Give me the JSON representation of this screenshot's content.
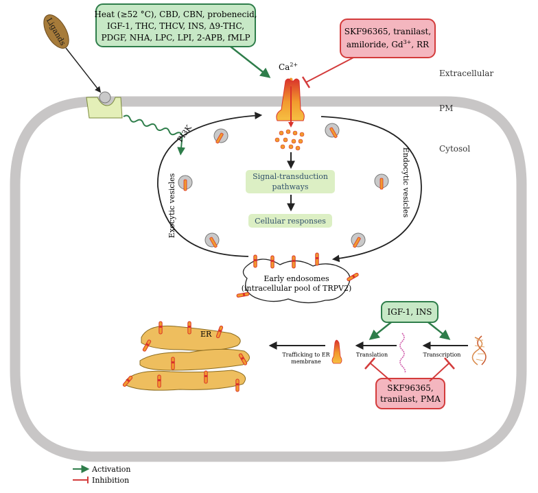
{
  "activators_top": {
    "line1": "Heat (≥52 °C), CBD, CBN, probenecid,",
    "line2": "IGF-1, THC, THCV, INS, Δ9-THC,",
    "line3": "PDGF, NHA, LPC, LPI, 2-APB, fMLP"
  },
  "inhibitors_top": {
    "line1": "SKF96365, tranilast,",
    "line2_prefix": "amiloride, Gd",
    "line2_sup": "3+",
    "line2_suffix": ", RR"
  },
  "ligands": "Ligands",
  "ion": {
    "base": "Ca",
    "sup": "2+"
  },
  "regions": {
    "extracellular": "Extracellular",
    "pm": "PM",
    "cytosol": "Cytosol"
  },
  "pi3k": "PI3K",
  "exocytic": "Exocytic vesicles",
  "endocytic": "Endocytic vesicles",
  "signal": {
    "line1": "Signal-transduction",
    "line2": "pathways"
  },
  "cellular": "Cellular responses",
  "endosome": {
    "line1": "Early endosomes",
    "line2": "(intracellular pool of TRPV2)"
  },
  "activators_bottom": "IGF-1, INS",
  "inhibitors_bottom": {
    "line1": "SKF96365,",
    "line2": "tranilast, PMA"
  },
  "er": "ER",
  "trafficking": {
    "line1": "Trafficking to ER",
    "line2": "membrane"
  },
  "translation": "Translation",
  "transcription": "Transcription",
  "legend": {
    "items": [
      {
        "label": "Activation",
        "color": "#2e7d4a"
      },
      {
        "label": "Inhibition",
        "color": "#d33b3b"
      }
    ]
  },
  "colors": {
    "membrane": "#c8c6c6",
    "green_box_fill": "#c7e8c6",
    "green_box_stroke": "#2e7d4a",
    "red_box_fill": "#f4b6bf",
    "red_box_stroke": "#d33b3b",
    "pathway_fill": "#dcefc4",
    "er_fill": "#eebe5e",
    "channel_orange": "#f29a2e",
    "channel_red": "#d9322b"
  }
}
